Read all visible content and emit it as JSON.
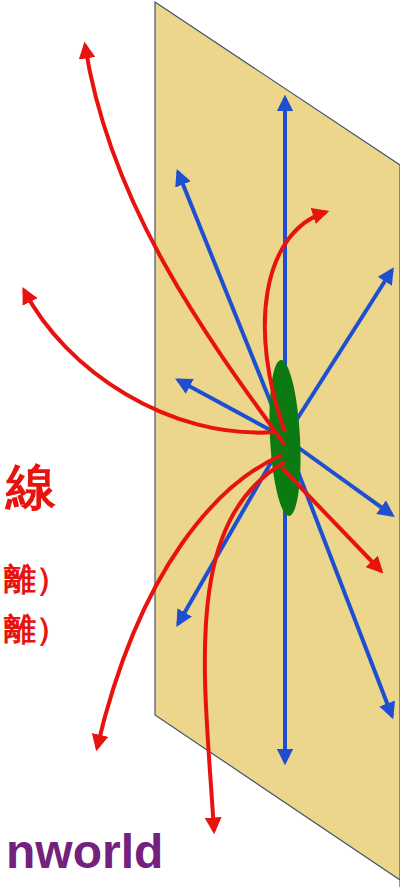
{
  "diagram": {
    "labels": [
      "線",
      "離）",
      "離）",
      "nworld"
    ]
  }
}
